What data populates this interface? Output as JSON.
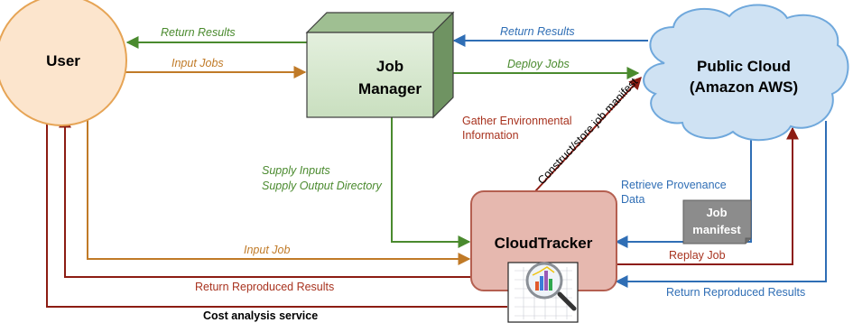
{
  "nodes": {
    "user": "User",
    "job_manager_line1": "Job",
    "job_manager_line2": "Manager",
    "public_cloud_line1": "Public Cloud",
    "public_cloud_line2": "(Amazon AWS)",
    "cloudtracker": "CloudTracker",
    "job_manifest_line1": "Job",
    "job_manifest_line2": "manifest"
  },
  "edges": {
    "jm_to_user": "Return Results",
    "user_to_jm": "Input Jobs",
    "cloud_to_jm": "Return Results",
    "jm_to_cloud": "Deploy Jobs",
    "gather_line1": "Gather Environmental",
    "gather_line2": "Information",
    "construct_manifest": "Construct/store job manifest",
    "supply_inputs": "Supply Inputs",
    "supply_output_dir": "Supply Output Directory",
    "retrieve_line1": "Retrieve Provenance",
    "retrieve_line2": "Data",
    "input_job": "Input Job",
    "replay_job": "Replay Job",
    "return_reproduced_left": "Return Reproduced Results",
    "return_reproduced_right": "Return Reproduced Results",
    "cost_analysis": "Cost analysis service"
  },
  "colors": {
    "green": "#4a8a2e",
    "orange": "#c07a27",
    "blue": "#2f6eb5",
    "darkred": "#8c1c13",
    "red_text": "#a8331f",
    "user_fill": "#fce5cd",
    "user_stroke": "#e6a455",
    "cloud_fill": "#cfe2f3",
    "cloud_stroke": "#6fa8dc",
    "ct_fill": "#e6b8af",
    "ct_stroke": "#b45f50",
    "jm_fill": "#d9ead3"
  }
}
